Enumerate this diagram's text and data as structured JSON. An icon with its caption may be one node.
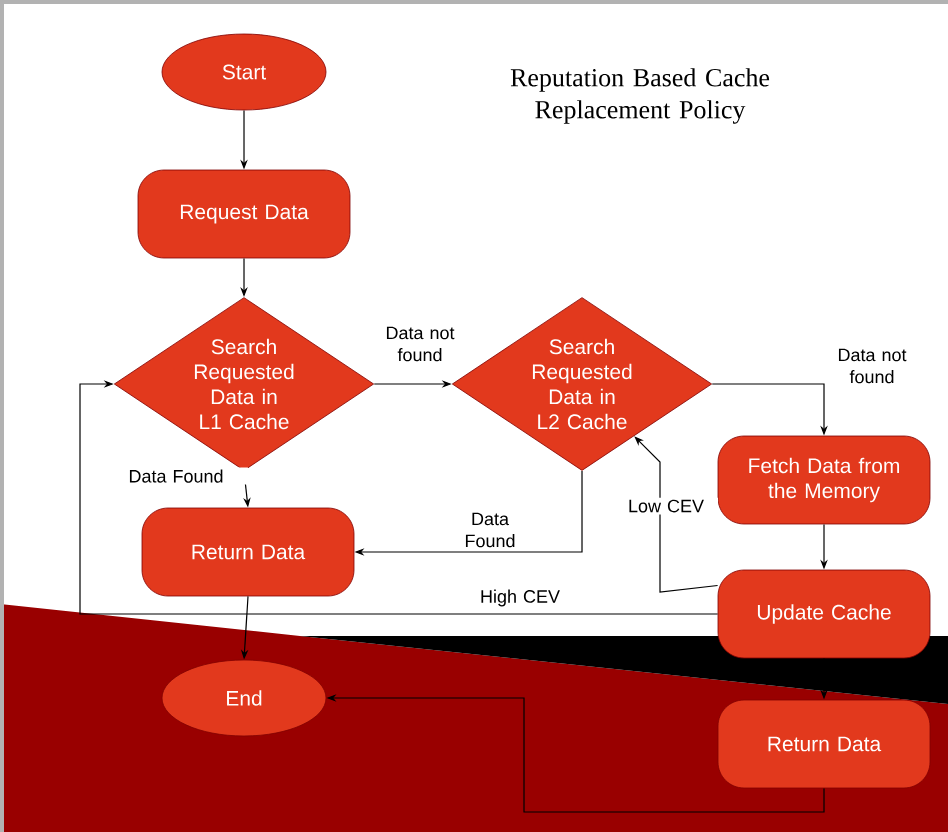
{
  "diagram": {
    "title": "Reputation Based Cache Replacement Policy",
    "nodes": [
      {
        "text": [
          "Start"
        ]
      },
      {
        "text": [
          "Request Data"
        ]
      },
      {
        "text": [
          "Search Requested Data in L1 Cache"
        ]
      },
      {
        "text": [
          "Search Requested Data in L2 Cache"
        ]
      },
      {
        "text": [
          "Fetch Data from the Memory"
        ]
      },
      {
        "text": [
          "Return Data"
        ]
      },
      {
        "text": [
          "Update Cache"
        ]
      },
      {
        "text": [
          "End"
        ]
      },
      {
        "text": [
          "Return Data"
        ]
      }
    ],
    "edges": [
      {
        "from": 0,
        "to": 1,
        "arrow": "to"
      },
      {
        "from": 1,
        "to": 2,
        "arrow": "to"
      },
      {
        "from": 2,
        "to": 3,
        "arrow": "to",
        "label": "Data not found"
      },
      {
        "from": 3,
        "to": 4,
        "arrow": "to",
        "label": "Data not found"
      },
      {
        "from": 2,
        "to": 5,
        "arrow": "to",
        "label": "Data Found"
      },
      {
        "from": 3,
        "to": 5,
        "arrow": "to",
        "label": "Data Found"
      },
      {
        "from": 4,
        "to": 6,
        "arrow": "to"
      },
      {
        "from": 6,
        "to": 3,
        "arrow": "to",
        "label": "Low CEV"
      },
      {
        "from": 6,
        "to": 2,
        "arrow": "to",
        "label": "High CEV"
      },
      {
        "from": 5,
        "to": 7,
        "arrow": "to"
      },
      {
        "from": 6,
        "to": 8,
        "arrow": "to"
      },
      {
        "from": 8,
        "to": 7,
        "arrow": "to"
      }
    ]
  }
}
